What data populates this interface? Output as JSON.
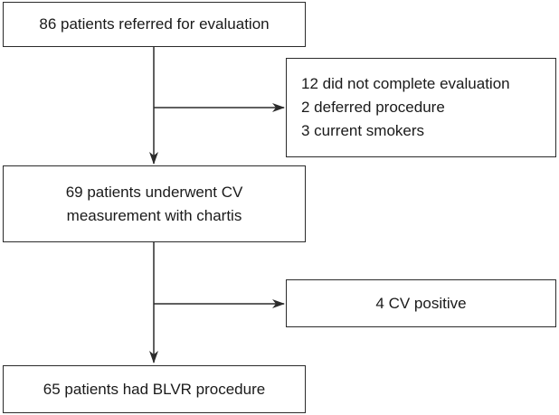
{
  "flowchart": {
    "referred": {
      "text": "86 patients referred for evaluation"
    },
    "excluded": {
      "lines": [
        "12 did not complete evaluation",
        "2 deferred procedure",
        "3 current smokers"
      ]
    },
    "measured": {
      "lines": [
        "69 patients underwent CV",
        "measurement with chartis"
      ]
    },
    "cv_positive": {
      "text": "4 CV positive"
    },
    "blvr": {
      "text": "65 patients had BLVR procedure"
    }
  },
  "colors": {
    "stroke": "#2b2b2b",
    "background": "#ffffff",
    "text": "#1a1a1a"
  }
}
